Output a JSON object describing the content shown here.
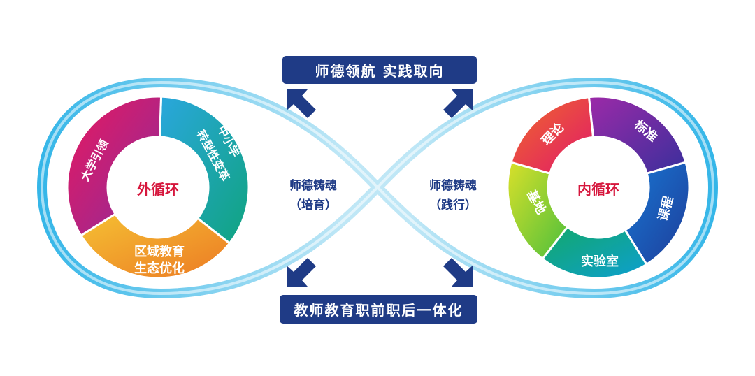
{
  "banners": {
    "top": "师德领航  实践取向",
    "bottom": "教师教育职前职后一体化"
  },
  "middle": {
    "left_line1": "师德铸魂",
    "left_line2": "（培育）",
    "right_line1": "师德铸魂",
    "right_line2": "（践行）"
  },
  "outer_cycle": {
    "center": "外循环",
    "segments": [
      "中小学",
      "转型性变革",
      "区域教育",
      "生态优化",
      "大学引领"
    ]
  },
  "inner_cycle": {
    "center": "内循环",
    "segments": [
      "标准",
      "课程",
      "实验室",
      "基地",
      "理论"
    ]
  },
  "colors": {
    "banner": "#1f3b86",
    "loop": "#35b6e8",
    "center_text": "#d6173d",
    "arrow": "#1f3b86"
  }
}
